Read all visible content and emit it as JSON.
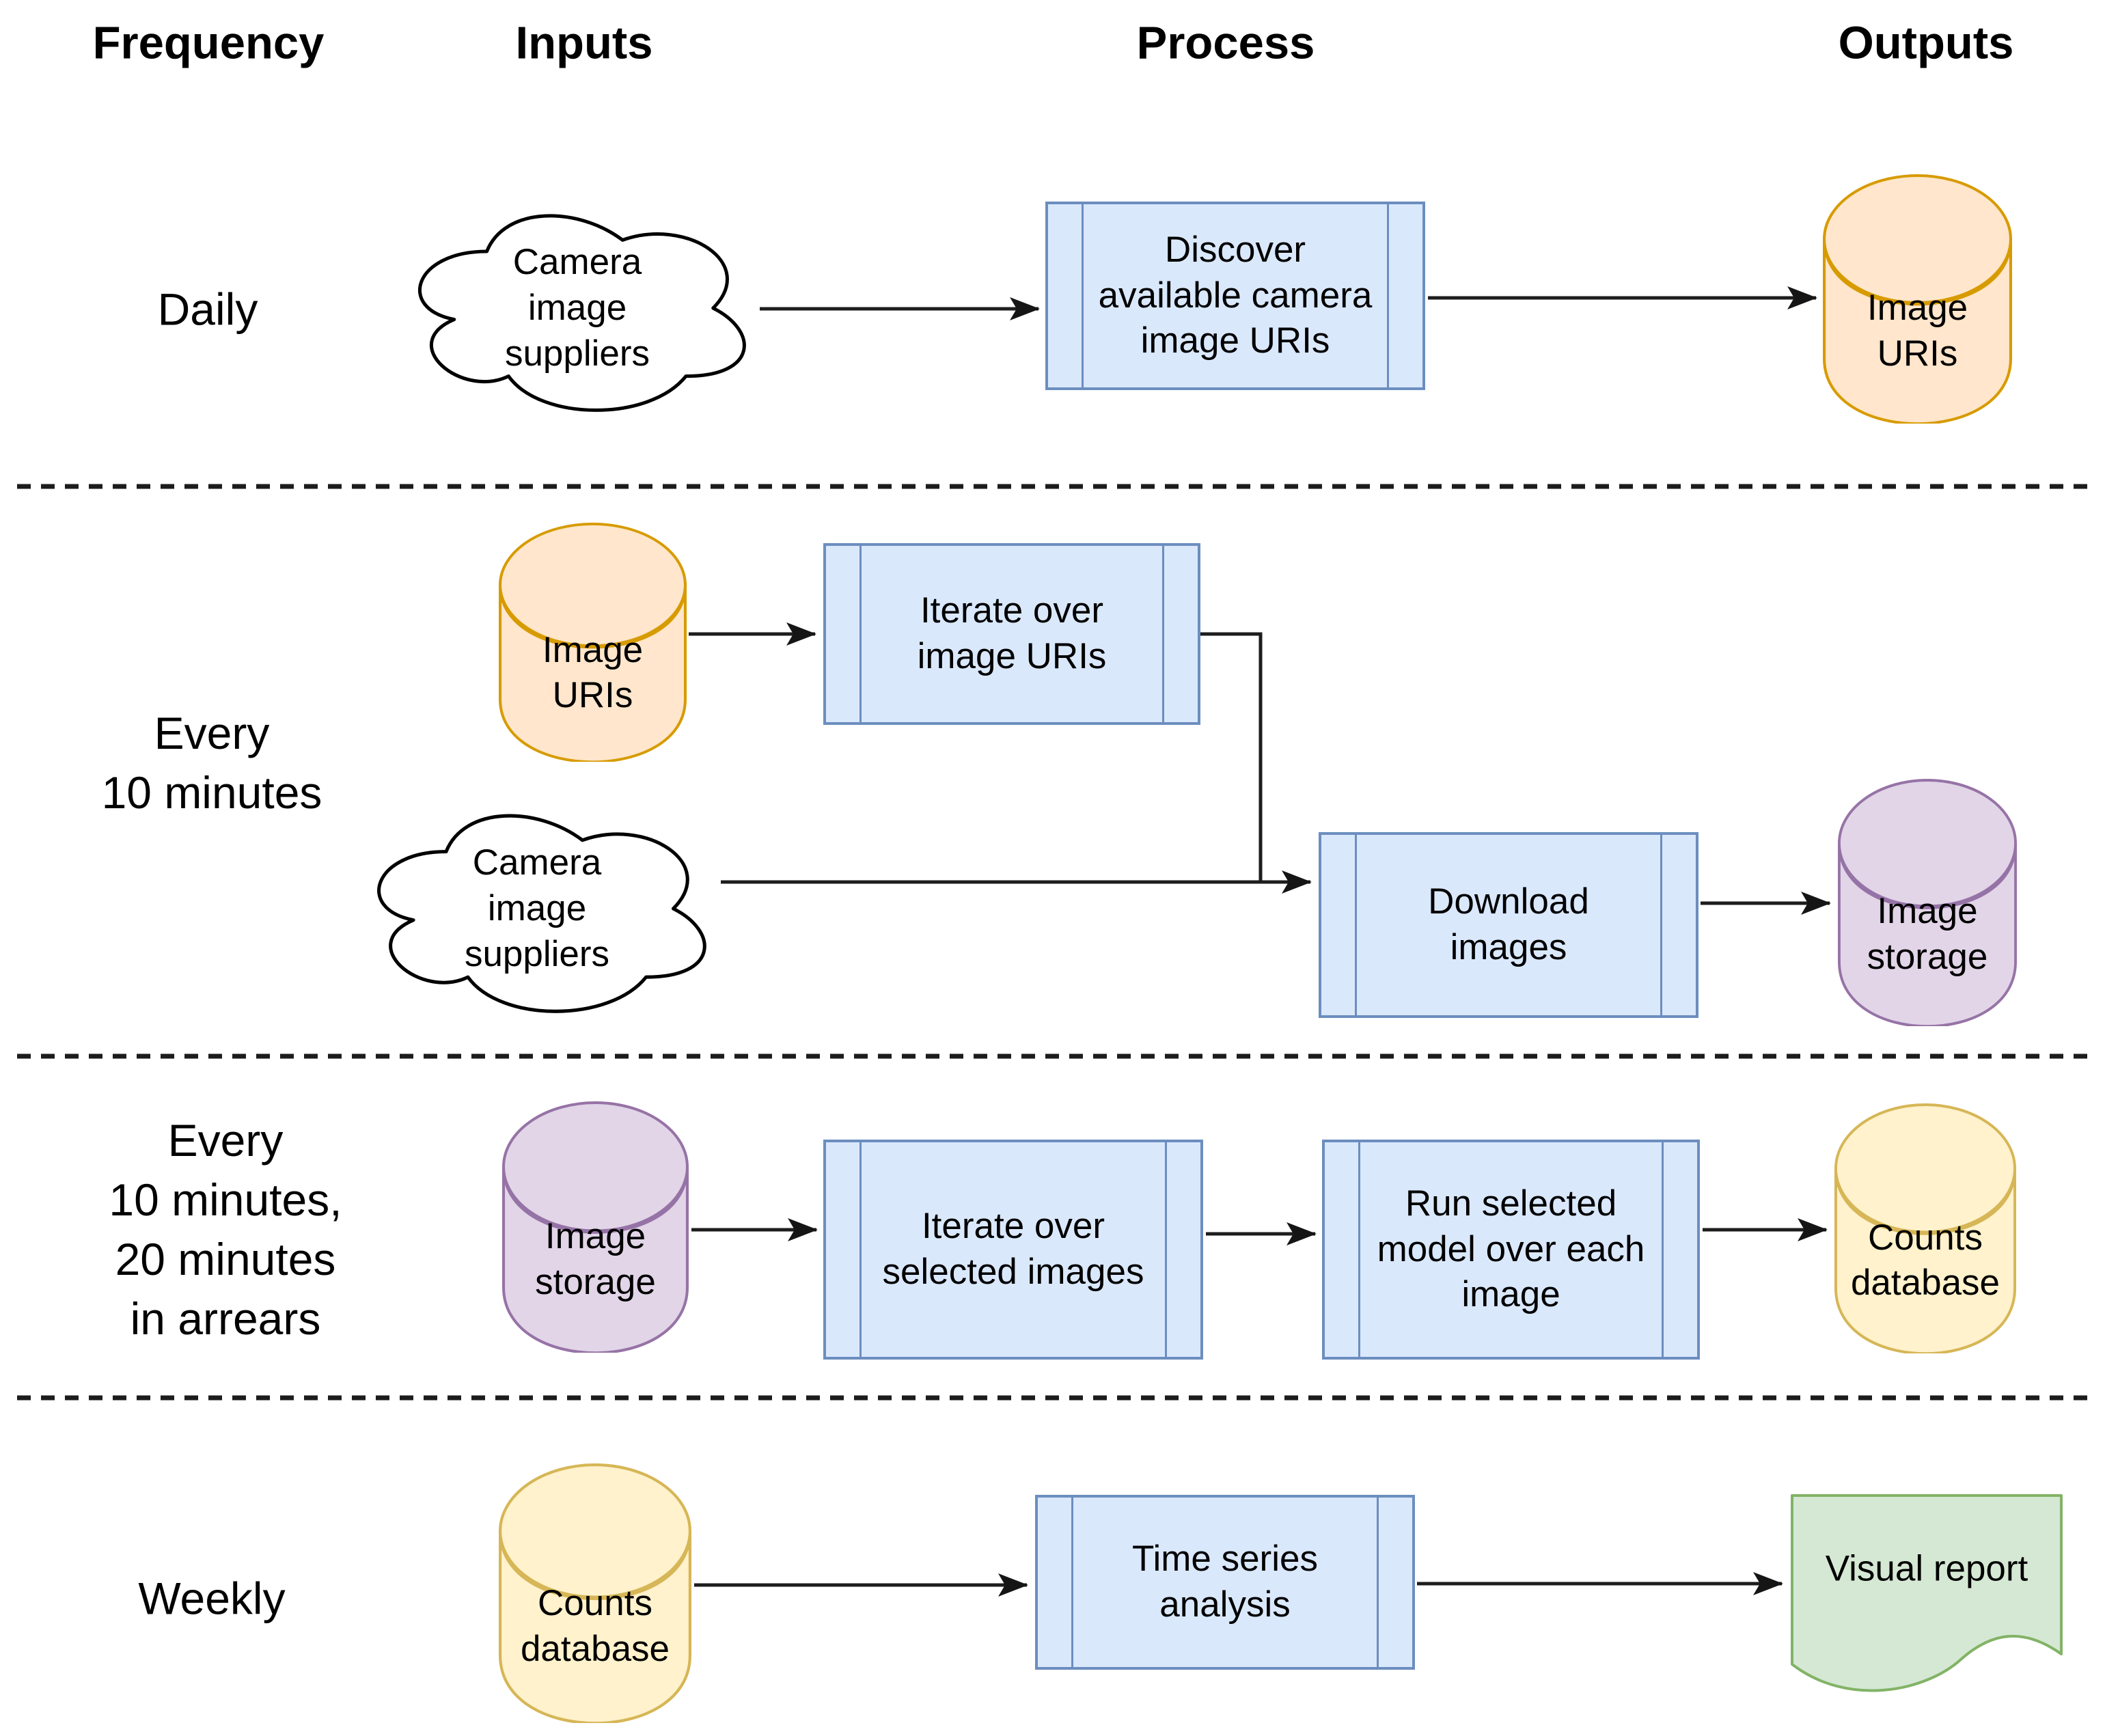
{
  "header": {
    "frequency": "Frequency",
    "inputs": "Inputs",
    "process": "Process",
    "outputs": "Outputs"
  },
  "rows": [
    {
      "frequency": "Daily",
      "cloud": "Camera\nimage\nsuppliers",
      "process_1": "Discover\navailable camera\nimage URIs",
      "output": "Image\nURIs"
    },
    {
      "frequency": "Every\n10 minutes",
      "input_db": "Image\nURIs",
      "cloud": "Camera\nimage\nsuppliers",
      "process_1": "Iterate over\nimage URIs",
      "process_2": "Download\nimages",
      "output": "Image\nstorage"
    },
    {
      "frequency": "Every\n10 minutes,\n20 minutes\nin arrears",
      "input_db": "Image\nstorage",
      "process_1": "Iterate over\nselected images",
      "process_2": "Run selected\nmodel over each\nimage",
      "output": "Counts\ndatabase"
    },
    {
      "frequency": "Weekly",
      "input_db": "Counts\ndatabase",
      "process_1": "Time series\nanalysis",
      "output": "Visual report"
    }
  ],
  "palette": {
    "process_fill": "#dae8fc",
    "process_stroke": "#6c8ebf",
    "uri_store_fill": "#ffe6cc",
    "uri_store_stroke": "#d79b00",
    "image_store_fill": "#e1d5e7",
    "image_store_stroke": "#9673a6",
    "counts_store_fill": "#fff2cc",
    "counts_store_stroke": "#d6b656",
    "report_fill": "#d5e8d4",
    "report_stroke": "#82b366",
    "cloud_fill": "#ffffff",
    "cloud_stroke": "#000000",
    "connector": "#1d1d1d"
  }
}
